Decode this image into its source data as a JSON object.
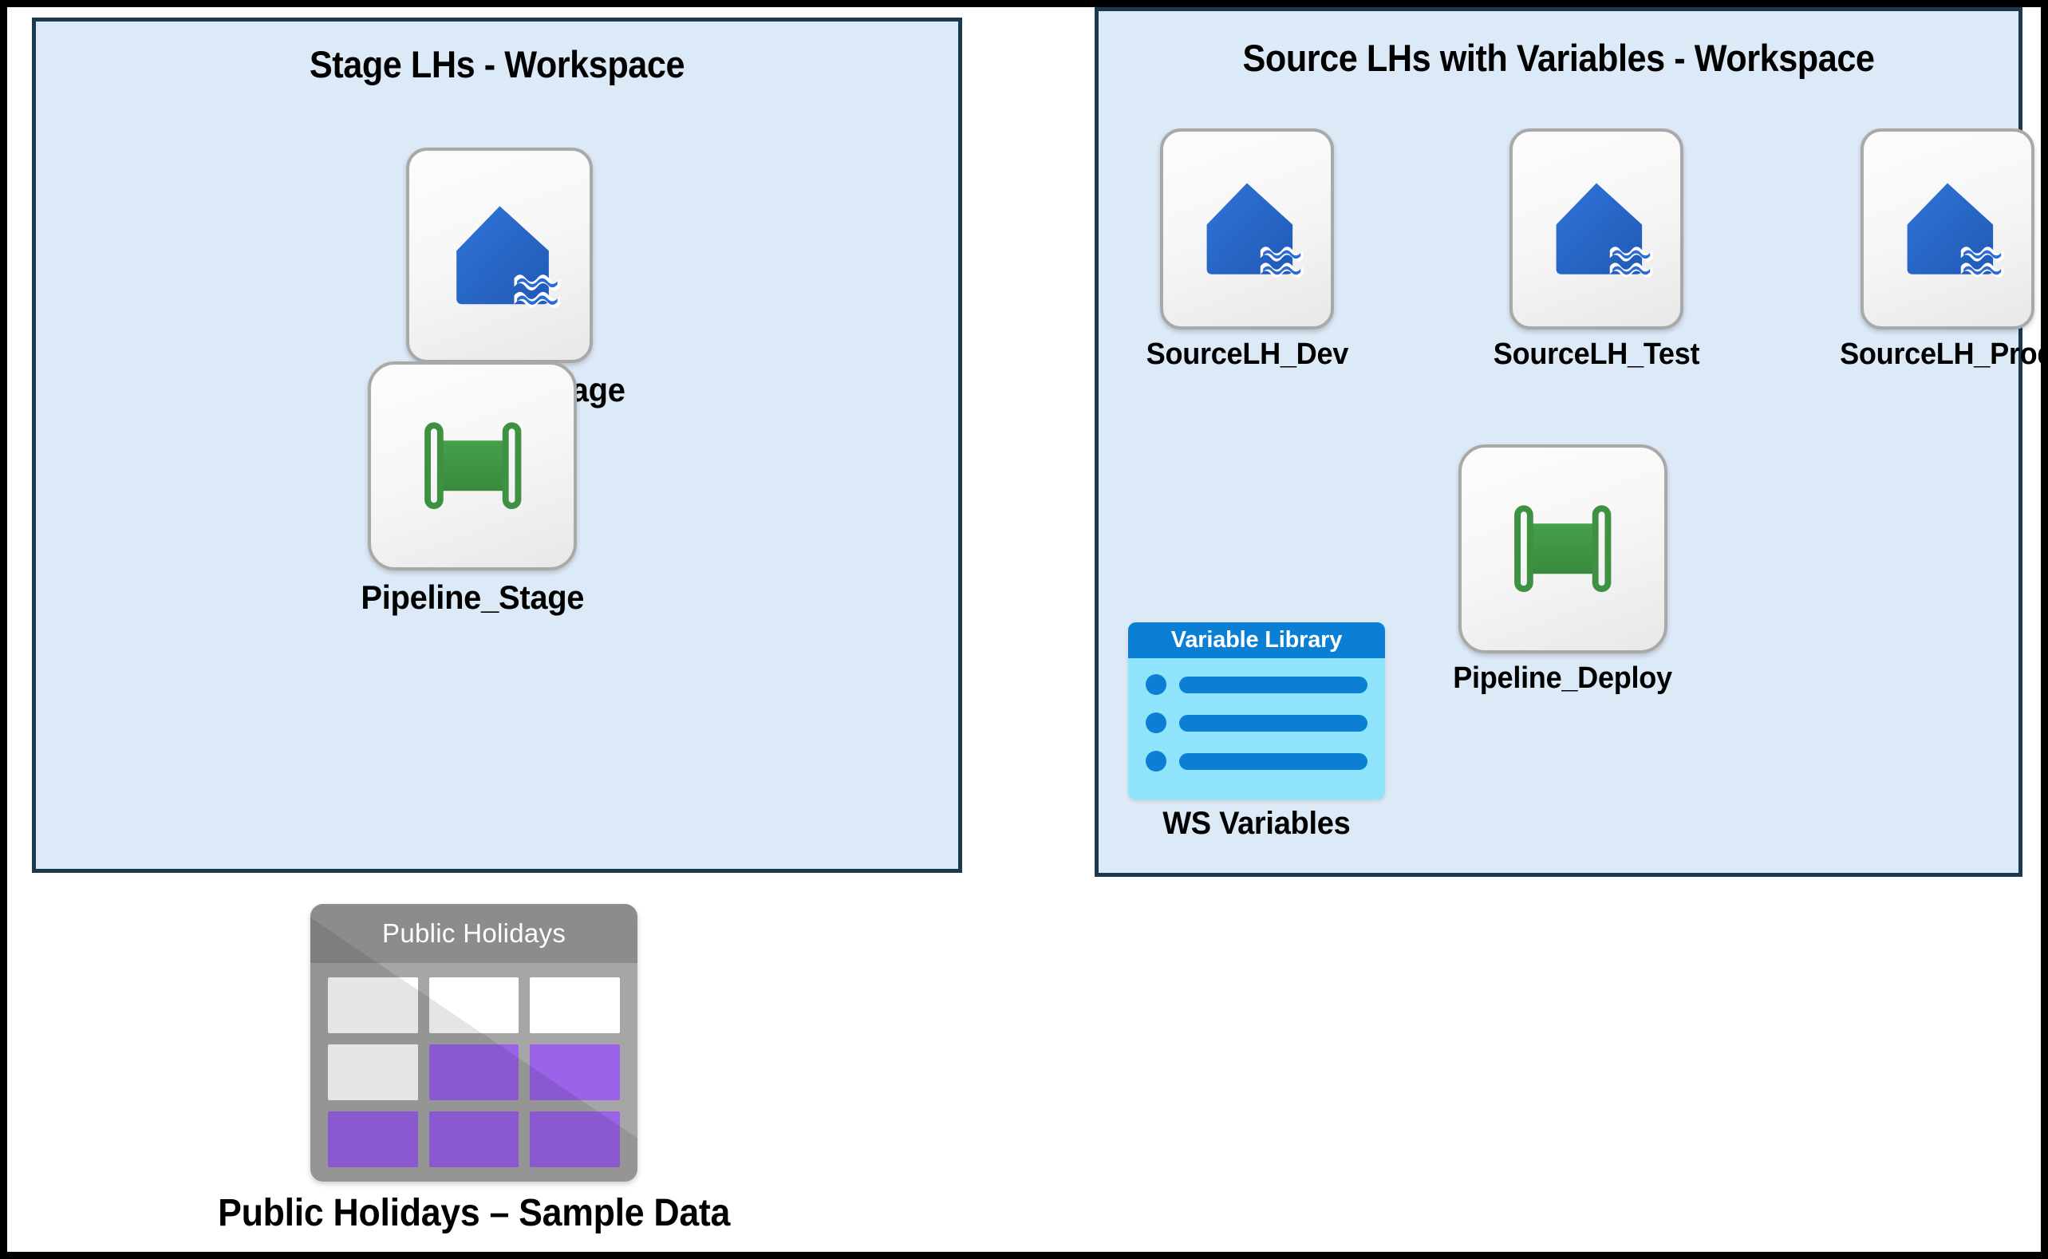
{
  "diagram": {
    "background_color": "#ffffff",
    "outer_border_color": "#000000",
    "panel_fill": "#dce9f7",
    "panel_border": "#1b3a4f",
    "lakehouse_color": "#2b6cd4",
    "pipeline_color": "#3d9141",
    "variable_accent": "#0b7fd4",
    "variable_body": "#8fe3fb",
    "table_body": "#a6a6a6",
    "table_header": "#8c8c8c",
    "table_cell_filled": "#9a63e8"
  },
  "panels": [
    {
      "id": "stage",
      "title": "Stage LHs - Workspace",
      "items": [
        {
          "label": "SourceLH_Stage",
          "icon": "lakehouse-icon"
        },
        {
          "label": "Pipeline_Stage",
          "icon": "pipeline-icon"
        }
      ]
    },
    {
      "id": "source",
      "title": "Source LHs with Variables - Workspace",
      "items": [
        {
          "label": "SourceLH_Dev",
          "icon": "lakehouse-icon"
        },
        {
          "label": "SourceLH_Test",
          "icon": "lakehouse-icon"
        },
        {
          "label": "SourceLH_Prod",
          "icon": "lakehouse-icon"
        },
        {
          "label": "Pipeline_Deploy",
          "icon": "pipeline-icon"
        },
        {
          "label": "WS Variables",
          "icon": "variable-library-icon",
          "card_title": "Variable Library"
        }
      ]
    }
  ],
  "standalone": {
    "public_holidays": {
      "label": "Public Holidays – Sample Data",
      "card_title": "Public Holidays",
      "icon": "table-icon",
      "cells": [
        [
          "empty",
          "empty",
          "empty"
        ],
        [
          "empty",
          "filled",
          "filled"
        ],
        [
          "filled",
          "filled",
          "filled"
        ]
      ]
    }
  }
}
